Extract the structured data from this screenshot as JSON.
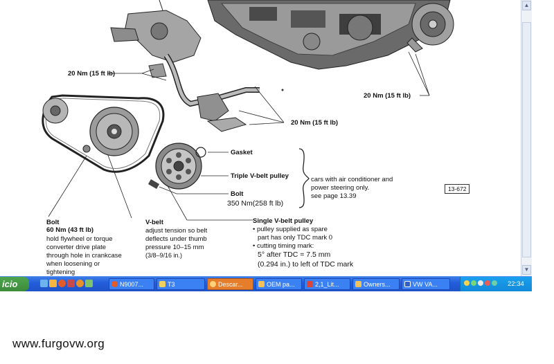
{
  "diagram": {
    "labels": {
      "torque_left": "20 Nm (15 ft lb)",
      "torque_right": "20 Nm (15 ft lb)",
      "torque_center": "20 Nm (15 ft lb)",
      "gasket": "Gasket",
      "triple_pulley": "Triple V-belt pulley",
      "bolt_pulley_title": "Bolt",
      "bolt_pulley_torque": "350 Nm(258 ft lb)",
      "ac_note_1": "cars with air conditioner and",
      "ac_note_2": "power steering only.",
      "ac_note_3": "see page 13.39",
      "figure_number": "13-672"
    },
    "bolt_note": {
      "title": "Bolt",
      "torque": "60 Nm (43 ft lb)",
      "line1": "hold flywheel or torque",
      "line2": "converter drive plate",
      "line3": "through hole in crankcase",
      "line4": "when loosening or",
      "line5": "tightening"
    },
    "vbelt_note": {
      "title": "V-belt",
      "line1": "adjust tension so belt",
      "line2": "deflects under thumb",
      "line3": "pressure 10–15 mm",
      "line4": "(3/8–9/16 in.)"
    },
    "single_pulley_note": {
      "title": "Single V-belt pulley",
      "line1": "• pulley supplied as spare",
      "line2": "part has only TDC mark 0",
      "line3": "• cutting timing mark:",
      "line4": "5° after TDC = 7.5 mm",
      "line5": "(0.294 in.) to left of TDC mark"
    }
  },
  "taskbar": {
    "start_label": "icio",
    "items": [
      {
        "label": "N9007..."
      },
      {
        "label": "T3"
      },
      {
        "label": "Descar..."
      },
      {
        "label": "OEM pa..."
      },
      {
        "label": "2,1_Lit..."
      },
      {
        "label": "Owners..."
      },
      {
        "label": "VW VA..."
      }
    ],
    "clock": "22:34"
  },
  "watermark": "www.furgovw.org",
  "colors": {
    "taskbar_blue": "#245edb",
    "start_green": "#3b8b3a",
    "active_orange": "#e67d2a",
    "tray_blue": "#1289d8"
  }
}
